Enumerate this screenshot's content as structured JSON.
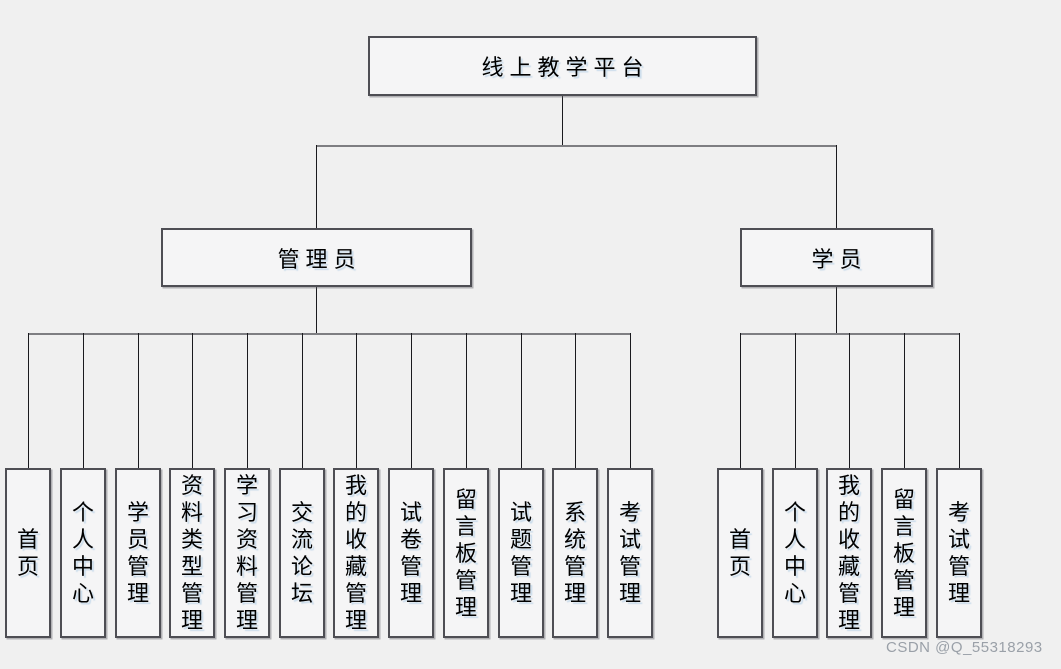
{
  "diagram_title": "线上教学平台",
  "tree": {
    "root": {
      "label": "线上教学平台"
    },
    "branches": [
      {
        "label": "管理员",
        "children": [
          "首页",
          "个人中心",
          "学员管理",
          "资料类型管理",
          "学习资料管理",
          "交流论坛",
          "我的收藏管理",
          "试卷管理",
          "留言板管理",
          "试题管理",
          "系统管理",
          "考试管理"
        ]
      },
      {
        "label": "学员",
        "children": [
          "首页",
          "个人中心",
          "我的收藏管理",
          "留言板管理",
          "考试管理"
        ]
      }
    ]
  },
  "watermark": {
    "text": "CSDN @Q_55318293"
  },
  "colors": {
    "background": "#f0f0f0",
    "box_fill": "#f5f5f6",
    "box_border": "#4e4e54",
    "bus_line": "#7e7e82",
    "drop_line": "#1a1a1e",
    "text": "#000000",
    "watermark": "#9aa0a8"
  }
}
